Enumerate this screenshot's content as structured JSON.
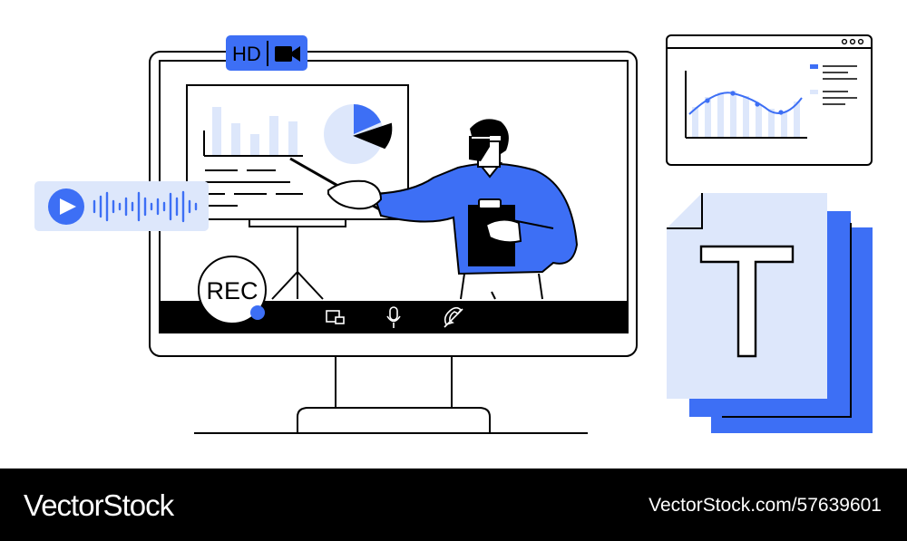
{
  "colors": {
    "accent": "#3d6ff5",
    "pale": "#dde7fb",
    "ink": "#000000",
    "background": "#ffffff"
  },
  "badges": {
    "hd": "HD",
    "rec": "REC"
  },
  "icons": [
    "video-camera-icon",
    "play-icon",
    "screen-share-icon",
    "microphone-icon",
    "phone-icon",
    "text-T-icon"
  ],
  "footer": {
    "brand": "VectorStock",
    "url": "VectorStock.com/57639601"
  }
}
